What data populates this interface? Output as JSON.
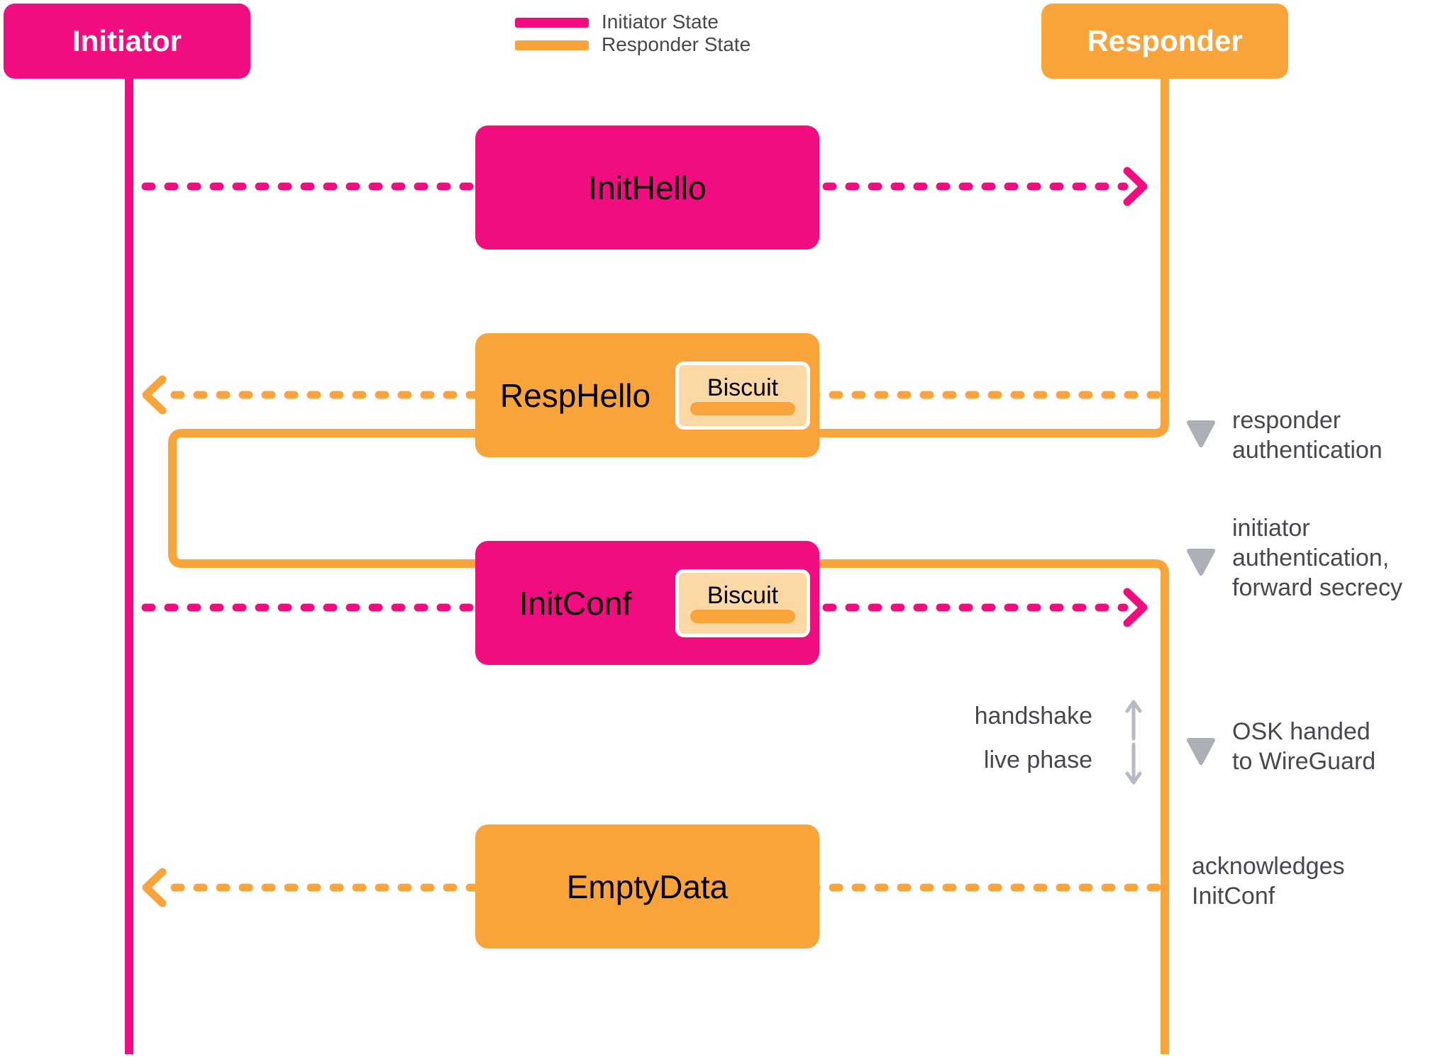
{
  "colors": {
    "initiator_pink": "#F10C80",
    "responder_orange": "#F9A43B",
    "biscuit_fill": "#FCD9A4",
    "biscuit_border": "#FFFFFF",
    "annotation_text": "#474750",
    "marker_gray": "#ACAFB6",
    "phase_arrow_gray": "#B7BAC1",
    "message_label_black": "#000000",
    "background": "#FFFFFF"
  },
  "actors": {
    "initiator": {
      "label": "Initiator"
    },
    "responder": {
      "label": "Responder"
    }
  },
  "legend": {
    "initiator_state": "Initiator State",
    "responder_state": "Responder State"
  },
  "messages": {
    "init_hello": {
      "label": "InitHello",
      "from": "initiator",
      "to": "responder"
    },
    "resp_hello": {
      "label": "RespHello",
      "from": "responder",
      "to": "initiator",
      "biscuit": "Biscuit"
    },
    "init_conf": {
      "label": "InitConf",
      "from": "initiator",
      "to": "responder",
      "biscuit": "Biscuit"
    },
    "empty_data": {
      "label": "EmptyData",
      "from": "responder",
      "to": "initiator"
    }
  },
  "annotations": {
    "responder_auth": "responder\nauthentication",
    "initiator_auth": "initiator\nauthentication,\nforward secrecy",
    "osk": "OSK handed\nto WireGuard",
    "acknowledges": "acknowledges\nInitConf",
    "handshake": "handshake",
    "live_phase": "live phase"
  }
}
